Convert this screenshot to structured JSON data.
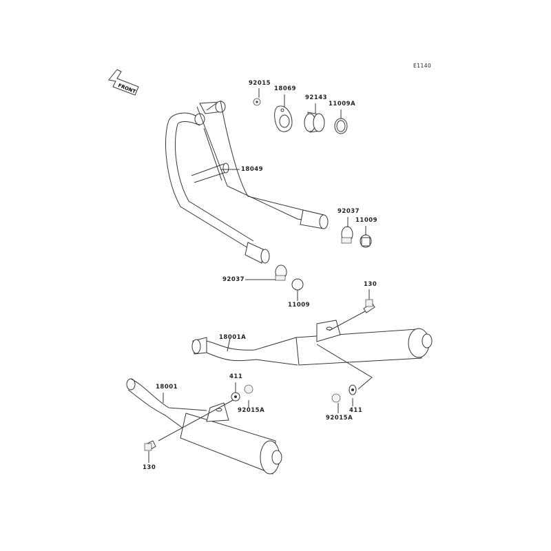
{
  "diagram_code": "E1140",
  "front_indicator": "FRONT",
  "labels": {
    "p92015": "92015",
    "p18069": "18069",
    "p92143": "92143",
    "p11009A": "11009A",
    "p18049": "18049",
    "p92037_upper": "92037",
    "p11009_upper": "11009",
    "p92037_lower": "92037",
    "p11009_lower": "11009",
    "p130_upper": "130",
    "p18001A": "18001A",
    "p411_left": "411",
    "p92015A_left": "92015A",
    "p18001": "18001",
    "p411_right": "411",
    "p92015A_right": "92015A",
    "p130_lower": "130"
  }
}
